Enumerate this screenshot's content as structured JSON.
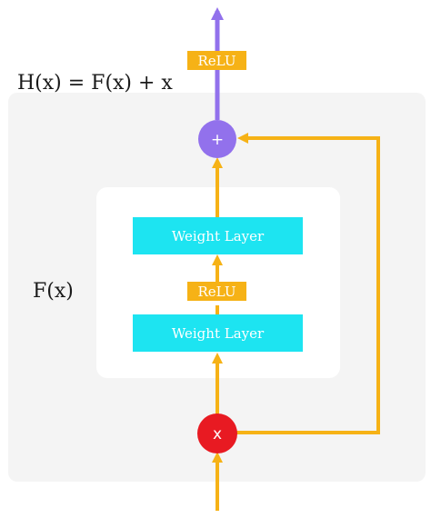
{
  "equation_label": "H(x) = F(x) + x",
  "residual_label": "F(x)",
  "output_relu_label": "ReLU",
  "inner_relu_label": "ReLU",
  "weight_layer_top_label": "Weight Layer",
  "weight_layer_bottom_label": "Weight Layer",
  "add_node_symbol": "+",
  "input_node_symbol": "x",
  "colors": {
    "outer_panel": "#f4f4f4",
    "inner_panel": "#ffffff",
    "weight_layer": "#1de4f1",
    "relu": "#f6b216",
    "flow_arrow": "#f6b216",
    "output_arrow": "#9271ec",
    "add_node": "#9271ec",
    "input_node": "#e81a22"
  }
}
